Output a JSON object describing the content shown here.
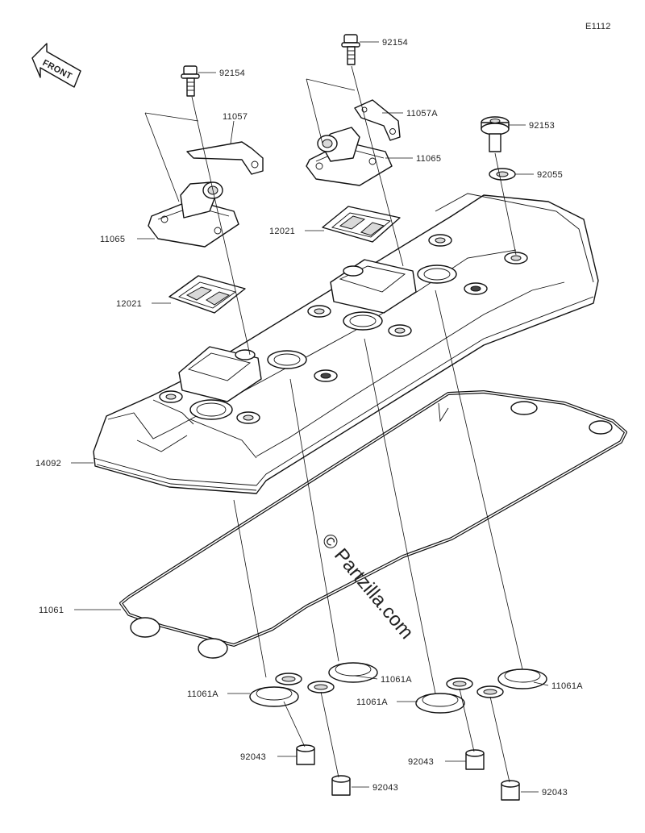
{
  "diagram": {
    "code": "E1112",
    "front_label": "FRONT",
    "watermark": "© Partzilla.com"
  },
  "callouts": {
    "c92154_right": "92154",
    "c92154_left": "92154",
    "c11057": "11057",
    "c11057A": "11057A",
    "c92153": "92153",
    "c11065_right": "11065",
    "c92055": "92055",
    "c11065_left": "11065",
    "c12021_right": "12021",
    "c12021_left": "12021",
    "c14092": "14092",
    "c11061": "11061",
    "c11061A_1": "11061A",
    "c11061A_2": "11061A",
    "c11061A_3": "11061A",
    "c11061A_4": "11061A",
    "c92043_1": "92043",
    "c92043_2": "92043",
    "c92043_3": "92043",
    "c92043_4": "92043"
  }
}
